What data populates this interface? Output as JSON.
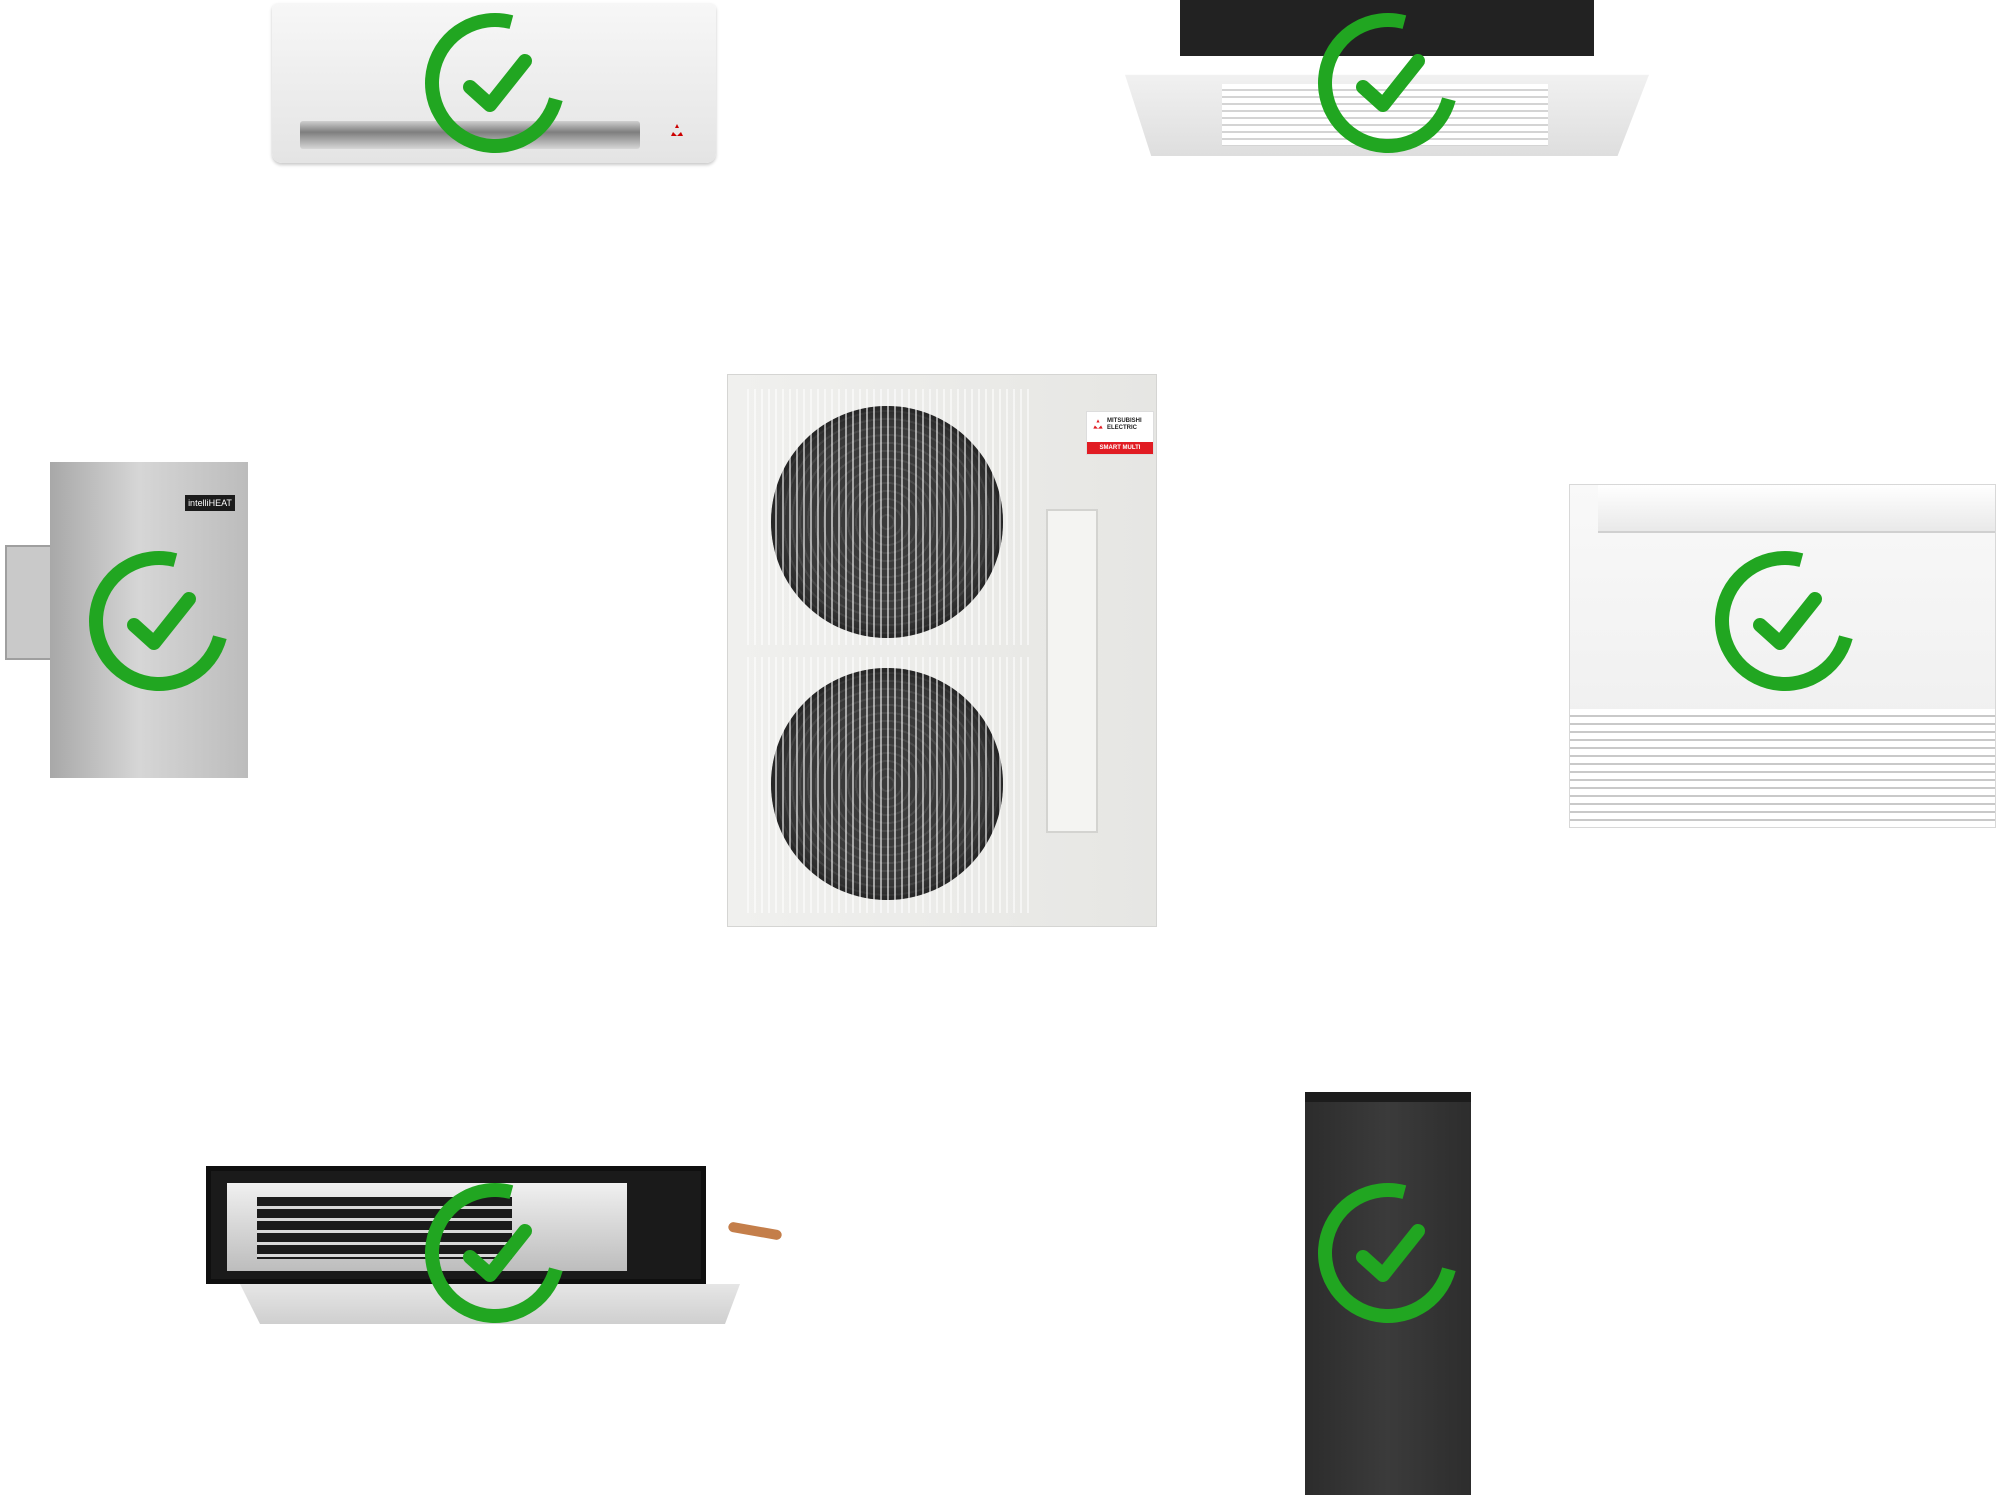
{
  "units": [
    {
      "name": "Wall-mounted indoor unit",
      "checked": true
    },
    {
      "name": "Ceiling cassette",
      "checked": true
    },
    {
      "name": "intelli-HEAT unit",
      "checked": true
    },
    {
      "name": "Outdoor unit",
      "checked": false
    },
    {
      "name": "Floor console",
      "checked": true
    },
    {
      "name": "Ducted unit",
      "checked": true
    },
    {
      "name": "Air handler",
      "checked": true
    }
  ],
  "labels": {
    "intelliheat_badge": "intelliHEAT",
    "brand_name": "MITSUBISHI ELECTRIC",
    "brand_series": "SMART MULTI"
  },
  "colors": {
    "check": "#21a621",
    "brand_red": "#e11c23"
  }
}
